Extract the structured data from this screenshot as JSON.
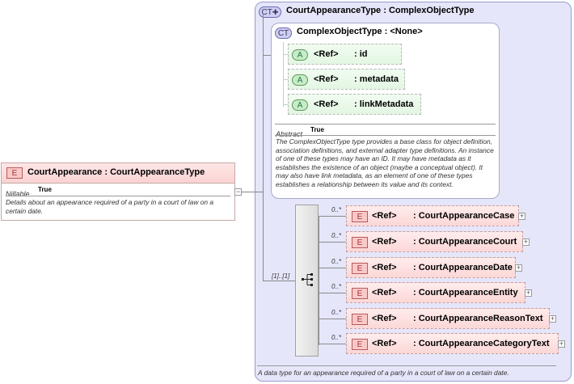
{
  "root_element": {
    "badge": "E",
    "name": "CourtAppearance",
    "type": "CourtAppearanceType",
    "nillable_label": "Nillable",
    "nillable_value": "True",
    "description": "Details about an appearance required of a party in a court of law on a certain date."
  },
  "complex_type": {
    "badge": "CT",
    "name": "CourtAppearanceType",
    "base": "ComplexObjectType",
    "footer_description": "A data type for an appearance required of a party in a court of law on a certain date."
  },
  "base_type": {
    "badge": "CT",
    "name": "ComplexObjectType",
    "base": "<None>",
    "attributes": [
      {
        "badge": "A",
        "ref": "<Ref>",
        "name": ": id"
      },
      {
        "badge": "A",
        "ref": "<Ref>",
        "name": ": metadata"
      },
      {
        "badge": "A",
        "ref": "<Ref>",
        "name": ": linkMetadata"
      }
    ],
    "abstract_label": "Abstract",
    "abstract_value": "True",
    "description": "The ComplexObjectType type provides a base class for object definition, association definitions, and external adapter type definitions. An instance of one of these types may have an ID. It may have metadata as it establishes the existence of an object (maybe a conceptual object). It may also have link metadata, as an element of one of these types establishes a relationship between its value and its context."
  },
  "sequence": {
    "occurrence": "[1]..[1]",
    "children": [
      {
        "badge": "E",
        "ref": "<Ref>",
        "name": ": CourtAppearanceCase",
        "occurrence": "0..*"
      },
      {
        "badge": "E",
        "ref": "<Ref>",
        "name": ": CourtAppearanceCourt",
        "occurrence": "0..*"
      },
      {
        "badge": "E",
        "ref": "<Ref>",
        "name": ": CourtAppearanceDate",
        "occurrence": "0..*"
      },
      {
        "badge": "E",
        "ref": "<Ref>",
        "name": ": CourtAppearanceEntity",
        "occurrence": "0..*"
      },
      {
        "badge": "E",
        "ref": "<Ref>",
        "name": ": CourtAppearanceReasonText",
        "occurrence": "0..*"
      },
      {
        "badge": "E",
        "ref": "<Ref>",
        "name": ": CourtAppearanceCategoryText",
        "occurrence": "0..*"
      }
    ]
  },
  "icons": {
    "expand": "plus-icon",
    "collapse": "minus-icon",
    "sequence": "sequence-icon"
  }
}
